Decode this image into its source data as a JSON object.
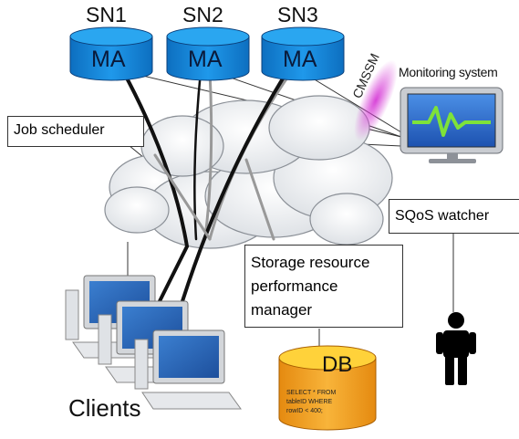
{
  "storage_nodes": [
    {
      "name": "SN1",
      "agent": "MA"
    },
    {
      "name": "SN2",
      "agent": "MA"
    },
    {
      "name": "SN3",
      "agent": "MA"
    }
  ],
  "monitoring_system": {
    "label": "Monitoring system",
    "link_label": "CMSSM"
  },
  "job_scheduler": {
    "label": "Job scheduler"
  },
  "sqos_watcher": {
    "label": "SQoS watcher"
  },
  "storage_manager": {
    "lines": [
      "Storage resource",
      "performance",
      "manager"
    ]
  },
  "database": {
    "label": "DB",
    "query_lines": [
      "SELECT * FROM",
      "tableID WHERE",
      "rowID < 400;"
    ]
  },
  "clients": {
    "label": "Clients"
  },
  "colors": {
    "disk_blue": "#1a8fe0",
    "disk_top": "#2aa6f0",
    "db_orange": "#f5a623",
    "db_top": "#ffd23a",
    "cmssm_glow": "#d63cd6",
    "monitor_wave": "#7ee23a",
    "monitor_screen": "#2f6fd0"
  },
  "icons": [
    "storage-disk-icon",
    "monitor-icon",
    "person-icon",
    "computer-icon",
    "cloud-icon",
    "database-icon"
  ]
}
